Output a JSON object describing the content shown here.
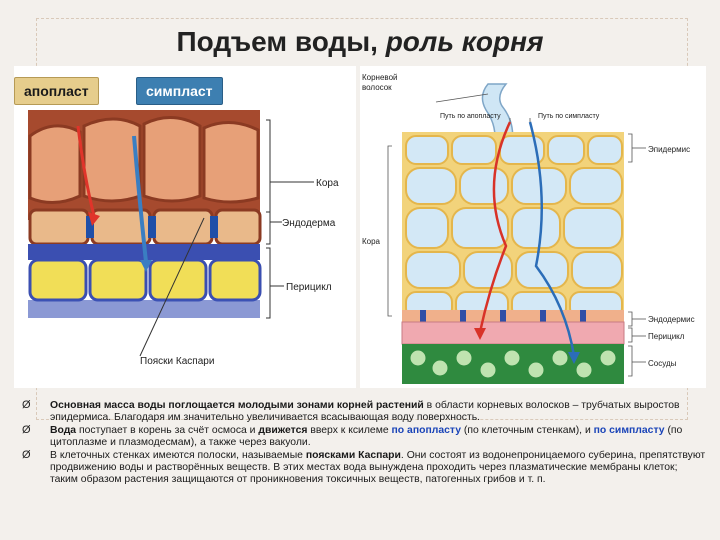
{
  "title_main": "Подъем воды,",
  "title_italic": "роль корня",
  "labels": {
    "apoplast": "апопласт",
    "symplast": "симпласт"
  },
  "left_diagram": {
    "kora": "Кора",
    "endoderma": "Эндодерма",
    "pericikl": "Перицикл",
    "caspary": "Пояски Каспари"
  },
  "right_diagram": {
    "root_hair_1": "Корневой",
    "root_hair_2": "волосок",
    "path_apoplast": "Путь по апопласту",
    "path_symplast": "Путь по симпласту",
    "epidermis": "Эпидермис",
    "kora": "Кора",
    "endodermis": "Эндодермис",
    "pericycle": "Перицикл",
    "vessels": "Сосуды"
  },
  "bullets": [
    {
      "marker": "Ø",
      "p1_bold": "Основная масса воды поглощается молодыми зонами корней растений",
      "p2": " в области корневых волосков – трубчатых выростов эпидермиса. Благодаря им значительно увеличивается всасывающая воду поверхность."
    },
    {
      "marker": "Ø",
      "p1_bold": "Вода",
      "p2": " поступает в корень за счёт осмоса и ",
      "p3_bold": "движется",
      "p4": " вверх к ксилеме ",
      "p5_blue": "по апопласту",
      "p6": " (по клеточным стенкам), и ",
      "p7_blue": "по симпласту",
      "p8": " (по цитоплазме и плазмодесмам), а также через вакуоли."
    },
    {
      "marker": "Ø",
      "p1": "В клеточных стенках имеются полоски, называемые ",
      "p2_bold": "поясками Каспари",
      "p3": ". Они состоят из водонепроницаемого суберина, препятствуют продвижению воды и растворённых веществ. В этих местах вода вынуждена проходить через плазматические мембраны клеток; таким образом растения защищаются от проникновения токсичных веществ, патогенных грибов и т. п."
    }
  ]
}
